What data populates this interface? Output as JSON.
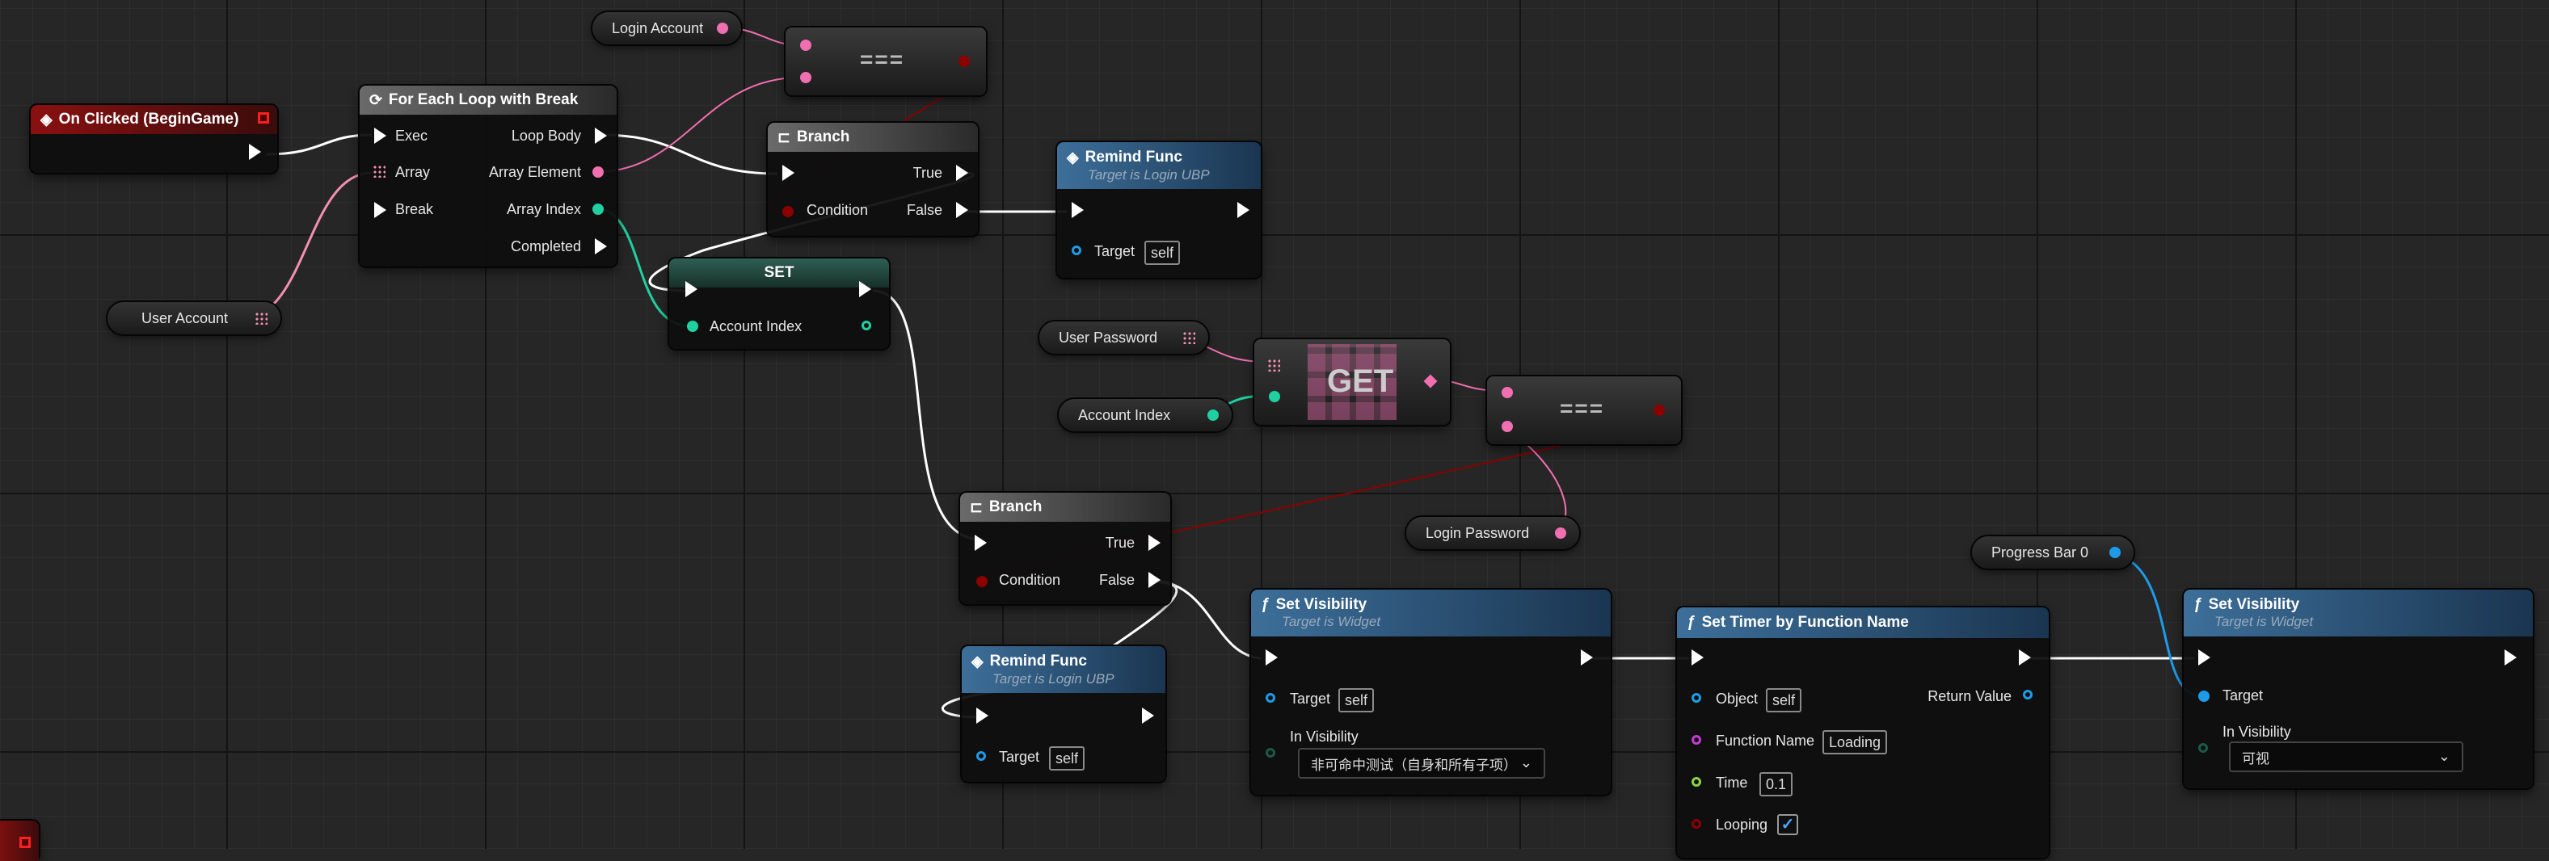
{
  "nodes": {
    "on_clicked": {
      "title": "On Clicked (BeginGame)"
    },
    "for_each": {
      "title": "For Each Loop with Break",
      "exec": "Exec",
      "array": "Array",
      "break": "Break",
      "loop_body": "Loop Body",
      "array_element": "Array Element",
      "array_index": "Array Index",
      "completed": "Completed"
    },
    "login_account": {
      "label": "Login Account"
    },
    "equal_1": {
      "symbol": "==="
    },
    "branch_1": {
      "title": "Branch",
      "true": "True",
      "false": "False",
      "condition": "Condition"
    },
    "remind_1": {
      "title": "Remind Func",
      "subtitle": "Target is Login UBP",
      "target": "Target",
      "self": "self"
    },
    "user_account": {
      "label": "User Account"
    },
    "set": {
      "title": "SET",
      "account_index": "Account Index"
    },
    "user_password": {
      "label": "User Password"
    },
    "get": {
      "symbol": "GET"
    },
    "account_index_var": {
      "label": "Account Index"
    },
    "equal_2": {
      "symbol": "==="
    },
    "login_password": {
      "label": "Login Password"
    },
    "branch_2": {
      "title": "Branch",
      "true": "True",
      "false": "False",
      "condition": "Condition"
    },
    "remind_2": {
      "title": "Remind Func",
      "subtitle": "Target is Login UBP",
      "target": "Target",
      "self": "self"
    },
    "set_vis_1": {
      "title": "Set Visibility",
      "subtitle": "Target is Widget",
      "target": "Target",
      "self": "self",
      "in_visibility": "In Visibility",
      "value": "非可命中测试（自身和所有子项）"
    },
    "set_timer": {
      "title": "Set Timer by Function Name",
      "object": "Object",
      "self": "self",
      "function_name": "Function Name",
      "function_value": "Loading",
      "time": "Time",
      "time_value": "0.1",
      "looping": "Looping",
      "return_value": "Return Value",
      "looping_checked": true
    },
    "progress_bar": {
      "label": "Progress Bar 0"
    },
    "set_vis_2": {
      "title": "Set Visibility",
      "subtitle": "Target is Widget",
      "target": "Target",
      "in_visibility": "In Visibility",
      "value": "可视"
    }
  },
  "icons": {
    "event": "event-diamond-icon",
    "loop": "loop-icon",
    "branch": "branch-icon",
    "function": "function-icon",
    "check": "✓",
    "chevron": "⌄"
  },
  "colors": {
    "exec": "#ffffff",
    "bool": "#8b0000",
    "integer": "#1fd1a0",
    "string": "#f06fb0",
    "object": "#1e9be8",
    "name": "#c43bd6",
    "float": "#9be06a",
    "event_header": "#8a1010",
    "function_header": "#3d6f9a"
  }
}
